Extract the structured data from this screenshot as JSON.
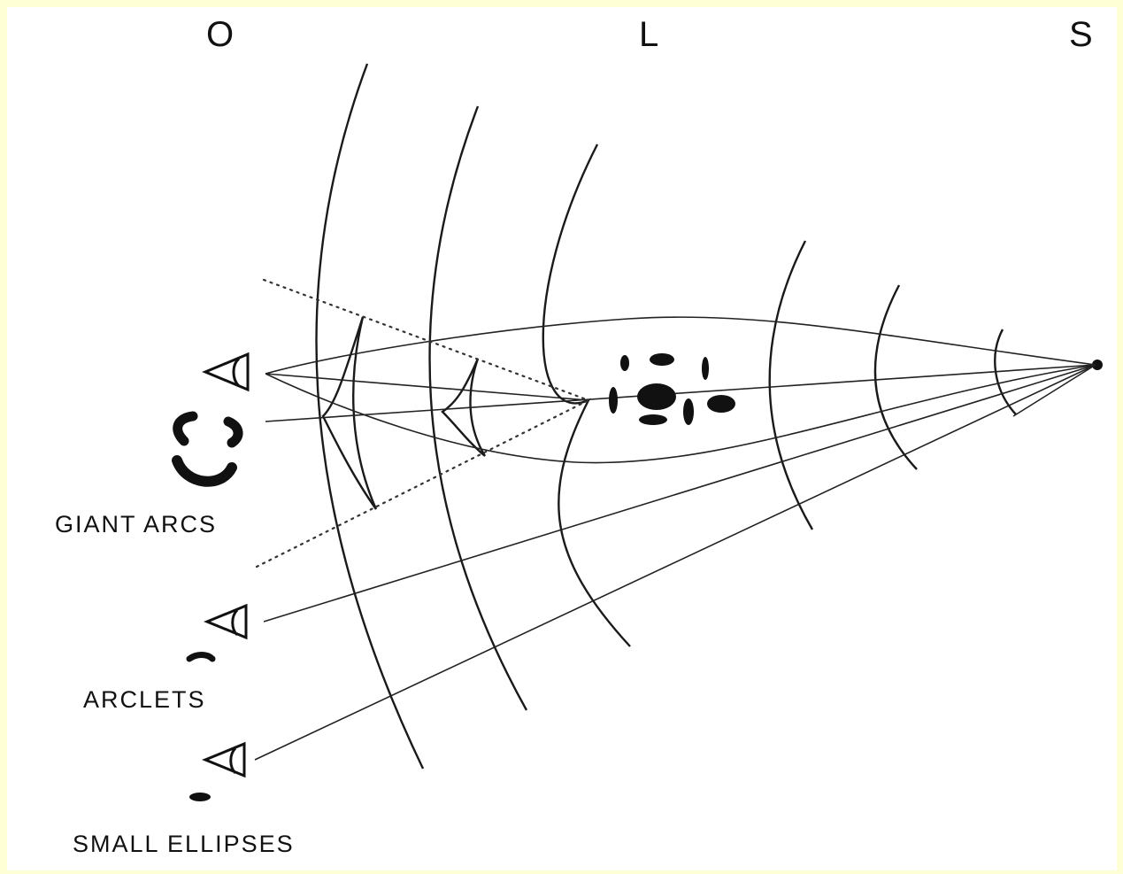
{
  "axis_labels": {
    "observer": "O",
    "lens": "L",
    "source": "S"
  },
  "image_types": {
    "giant_arcs": "GIANT ARCS",
    "arclets": "ARCLETS",
    "small_ellipses": "SMALL ELLIPSES"
  },
  "colors": {
    "border": "#ffffd6",
    "background": "#ffffff",
    "ink": "#111111"
  },
  "icons": [
    "eye-icon",
    "eye-icon",
    "eye-icon"
  ]
}
